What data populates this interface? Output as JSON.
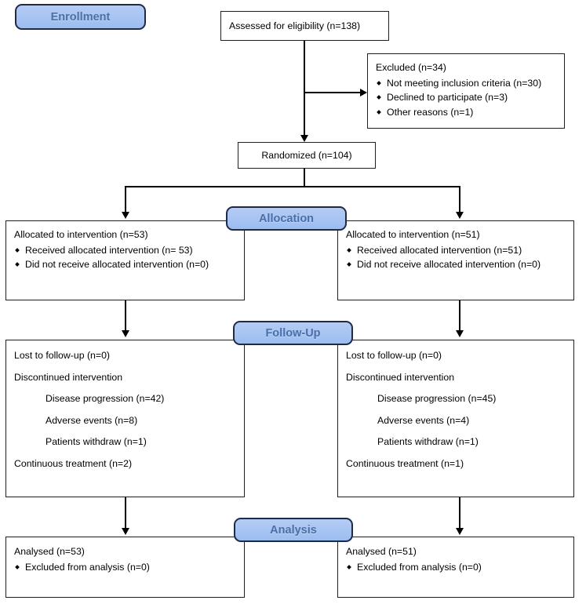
{
  "diagram": {
    "type": "consort-flow-diagram",
    "title": "CONSORT participant flow",
    "colors": {
      "pill_fill": "#a8c6f2",
      "pill_border": "#1d2b4a",
      "pill_text": "#4a6fa8",
      "box_border": "#231f20",
      "connector": "#000000",
      "background": "#ffffff"
    }
  },
  "stages": {
    "enrollment": "Enrollment",
    "allocation": "Allocation",
    "followup": "Follow-Up",
    "analysis": "Analysis"
  },
  "enrollment": {
    "assessed": "Assessed for eligibility (n=138)",
    "excluded": {
      "head": "Excluded (n=34)",
      "items": [
        "Not meeting inclusion criteria (n=30)",
        "Declined to participate (n=3)",
        "Other reasons (n=1)"
      ]
    },
    "randomized": "Randomized (n=104)"
  },
  "allocation": {
    "left": {
      "head": "Allocated to intervention (n=53)",
      "items": [
        "Received allocated intervention (n= 53)",
        "Did not receive allocated intervention (n=0)"
      ]
    },
    "right": {
      "head": "Allocated to intervention (n=51)",
      "items": [
        "Received allocated intervention (n=51)",
        "Did not receive allocated intervention (n=0)"
      ]
    }
  },
  "followup": {
    "left": {
      "lost": "Lost to follow-up (n=0)",
      "discontinued": "Discontinued intervention",
      "reasons": [
        "Disease progression (n=42)",
        "Adverse events (n=8)",
        "Patients withdraw (n=1)"
      ],
      "continuous": "Continuous treatment (n=2)"
    },
    "right": {
      "lost": "Lost to follow-up (n=0)",
      "discontinued": "Discontinued intervention",
      "reasons": [
        "Disease progression (n=45)",
        "Adverse events (n=4)",
        "Patients withdraw (n=1)"
      ],
      "continuous": "Continuous treatment (n=1)"
    }
  },
  "analysis": {
    "left": {
      "head": "Analysed (n=53)",
      "items": [
        "Excluded from analysis (n=0)"
      ]
    },
    "right": {
      "head": "Analysed (n=51)",
      "items": [
        "Excluded from analysis (n=0)"
      ]
    }
  }
}
